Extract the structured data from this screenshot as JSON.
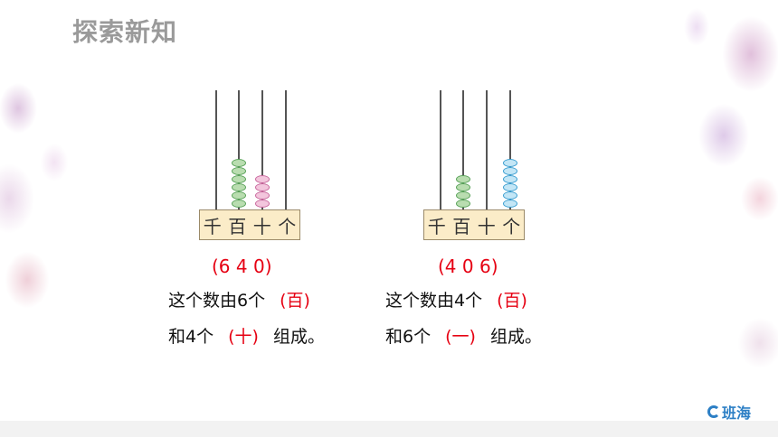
{
  "section_title": "探索新知",
  "left": {
    "labels": [
      "千",
      "百",
      "十",
      "个"
    ],
    "digits": "(6  4  0)",
    "line1_prefix": "这个数由6个",
    "line1_answer": "(百)",
    "line2_prefix": "和4个",
    "line2_answer": "(十)",
    "line2_suffix": "组成。"
  },
  "right": {
    "labels": [
      "千",
      "百",
      "十",
      "个"
    ],
    "digits": "(4  0  6)",
    "line1_prefix": "这个数由4个",
    "line1_answer": "(百)",
    "line2_prefix": "和6个",
    "line2_answer": "(一)",
    "line2_suffix": "组成。"
  },
  "logo_text": "班海",
  "colors": {
    "answer_red": "#e60012",
    "bead_green": "#b9ddb0",
    "bead_pink": "#f3c6dd",
    "bead_blue": "#c3e6f6",
    "board": "#fbecc8"
  }
}
